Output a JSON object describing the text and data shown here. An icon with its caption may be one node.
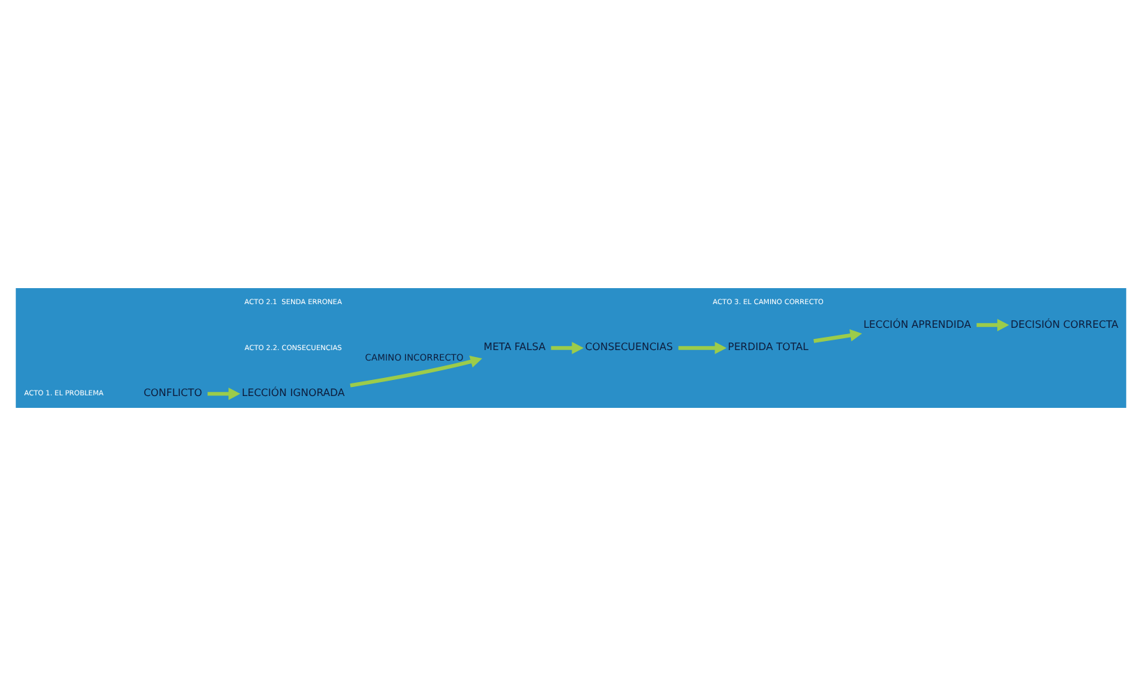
{
  "diagram": {
    "nodes": [
      {
        "text": [
          "CONFLICTO"
        ]
      },
      {
        "text": [
          "LECCIÓN IGNORADA"
        ]
      },
      {
        "text": [
          "META FALSA"
        ]
      },
      {
        "text": [
          "CONSECUENCIAS"
        ]
      },
      {
        "text": [
          "PERDIDA TOTAL"
        ]
      },
      {
        "text": [
          "LECCIÓN APRENDIDA"
        ]
      },
      {
        "text": [
          "DECISIÓN CORRECTA"
        ]
      }
    ],
    "edges": [
      {
        "from": 0,
        "to": 1,
        "arrow": "to"
      },
      {
        "from": 1,
        "to": 2,
        "arrow": "to",
        "label": "CAMINO INCORRECTO"
      },
      {
        "from": 2,
        "to": 3,
        "arrow": "to"
      },
      {
        "from": 3,
        "to": 4,
        "arrow": "to"
      },
      {
        "from": 4,
        "to": 5,
        "arrow": "to"
      },
      {
        "from": 5,
        "to": 6,
        "arrow": "to"
      }
    ],
    "labels": [
      "ACTO 1. EL PROBLEMA",
      "ACTO 2.1  SENDA ERRONEA",
      "ACTO 2.2. CONSECUENCIAS",
      "ACTO 3. EL CAMINO CORRECTO"
    ]
  }
}
